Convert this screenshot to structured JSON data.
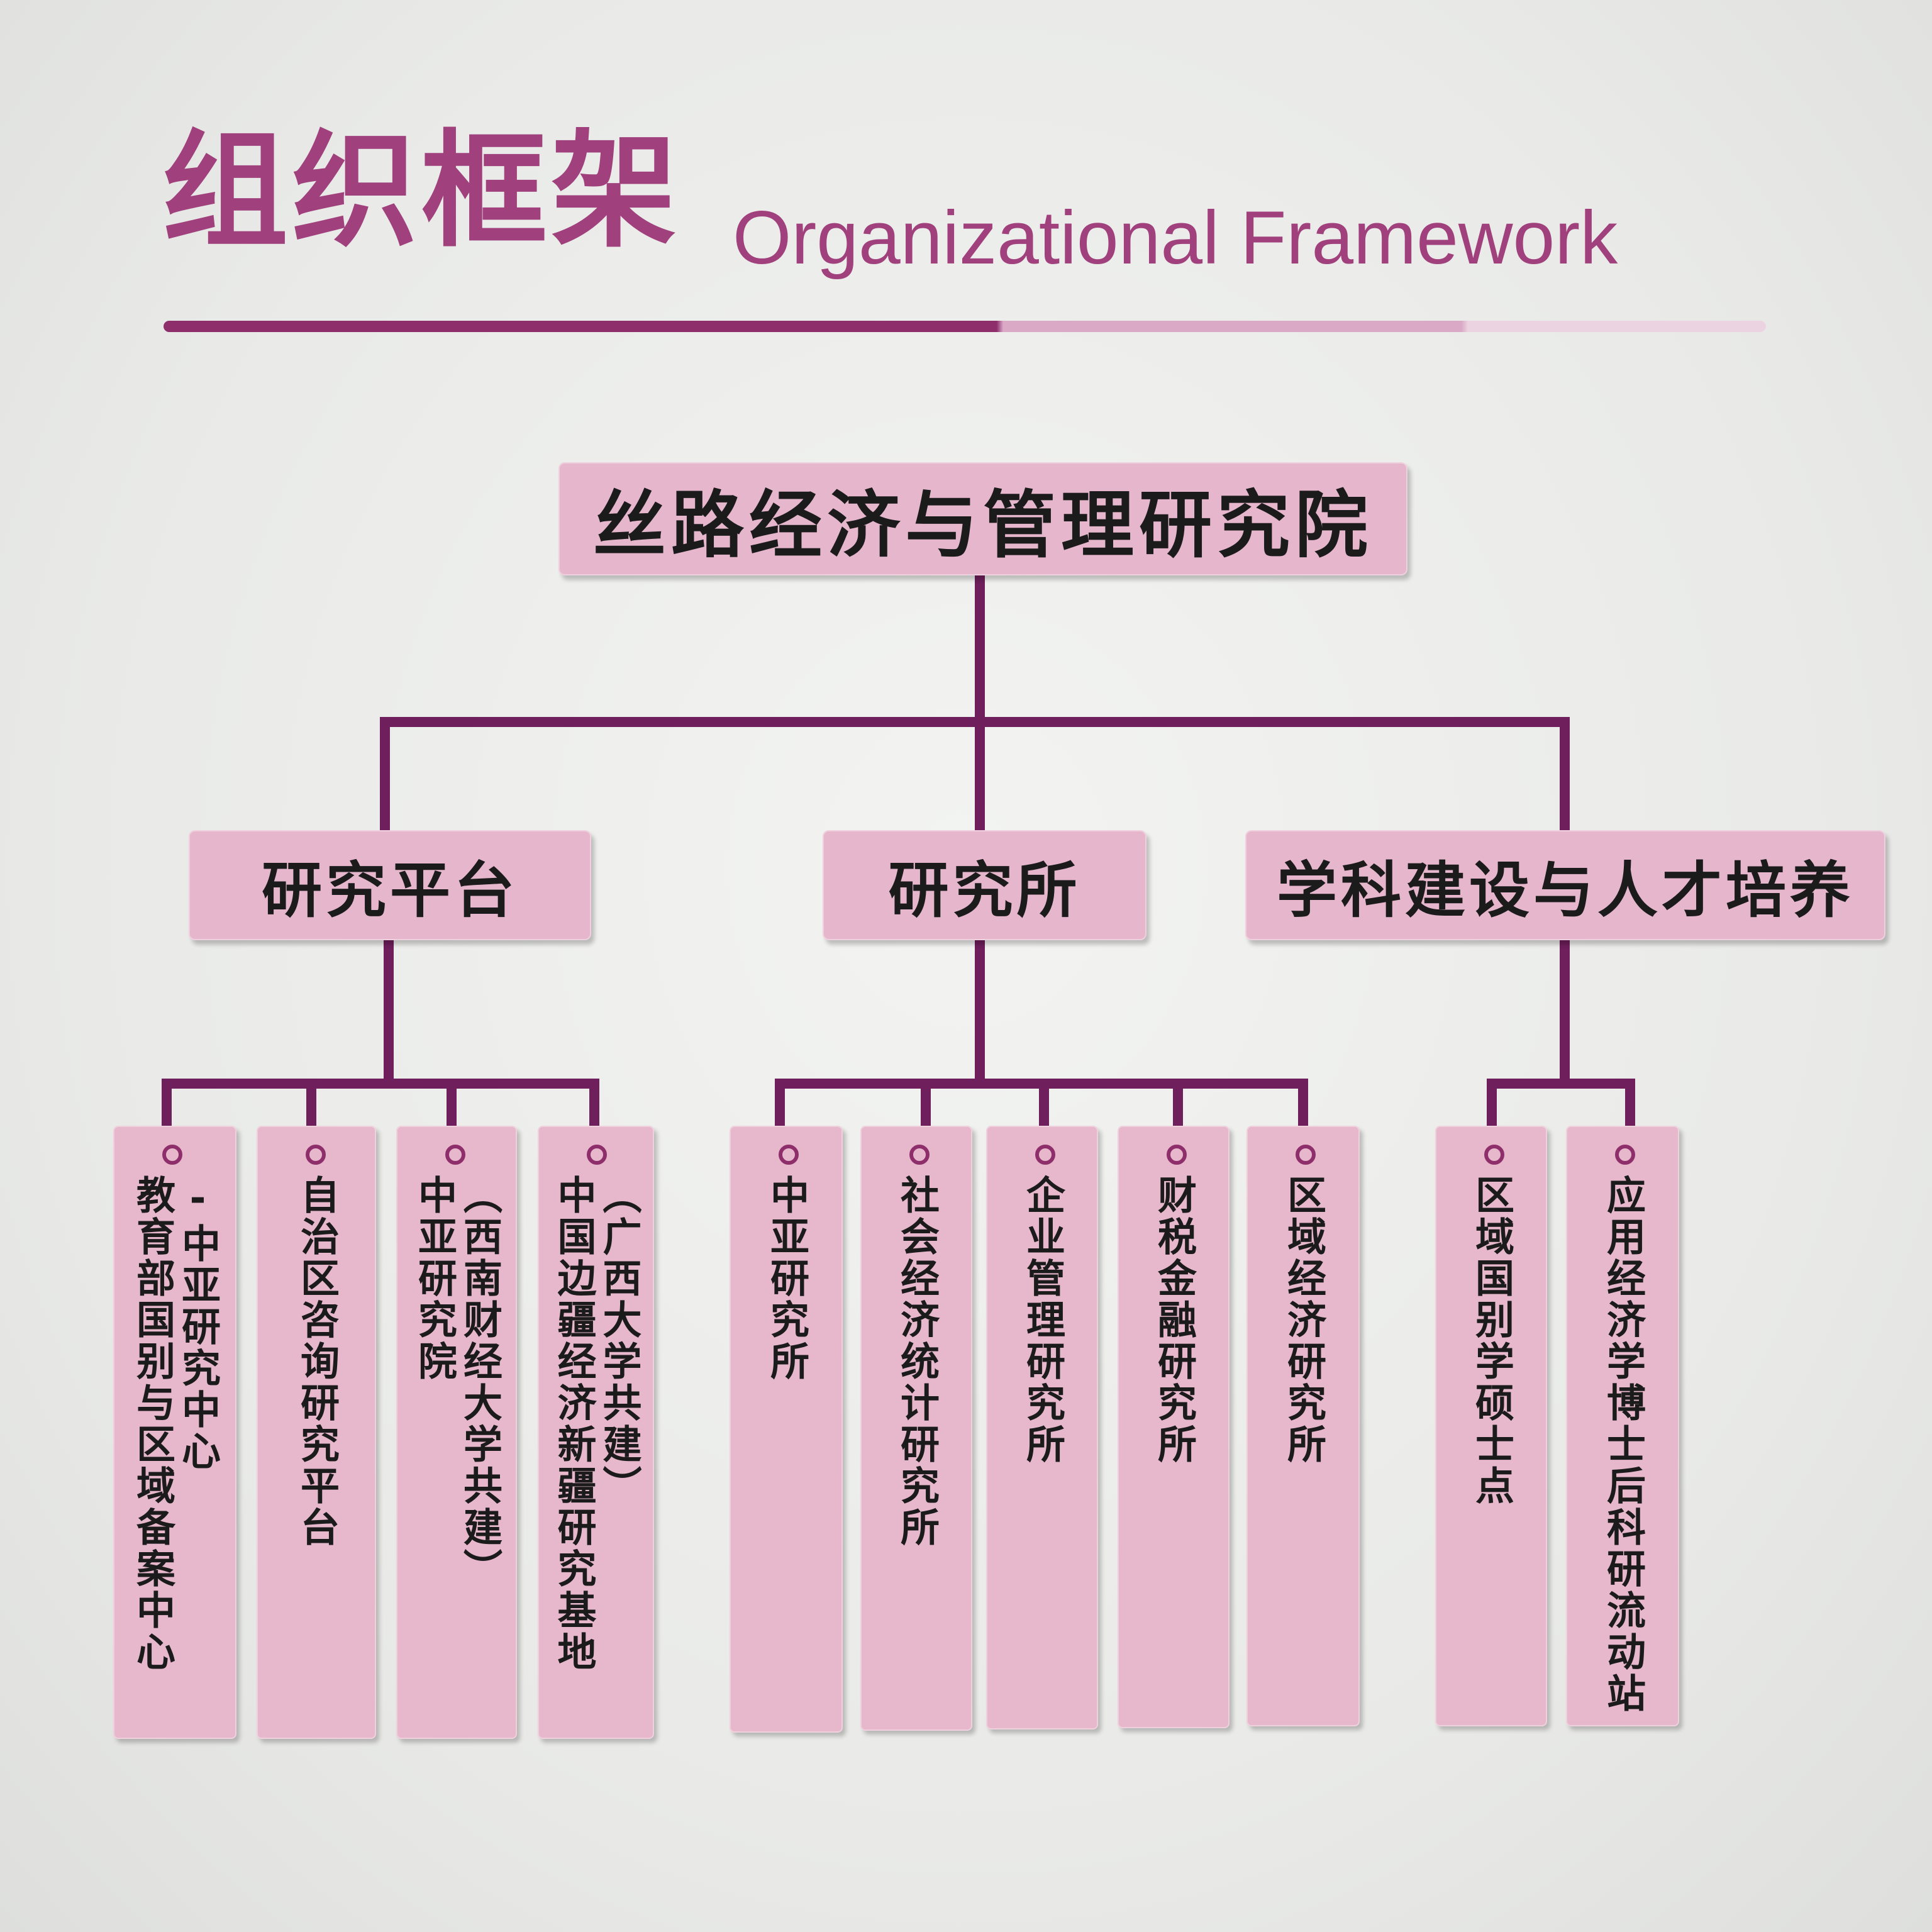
{
  "header": {
    "title_zh": "组织框架",
    "title_en": "Organizational Framework"
  },
  "org": {
    "root": "丝路经济与管理研究院",
    "branches": [
      {
        "label": "研究平台",
        "children": [
          {
            "lines": [
              "-中亚研究中心",
              "教育部国别与区域备案中心"
            ]
          },
          {
            "lines": [
              "自治区咨询研究平台"
            ]
          },
          {
            "lines": [
              "（西南财经大学共建）",
              "中亚研究院"
            ]
          },
          {
            "lines": [
              "（广西大学共建）",
              "中国边疆经济新疆研究基地"
            ]
          }
        ]
      },
      {
        "label": "研究所",
        "children": [
          {
            "lines": [
              "中亚研究所"
            ]
          },
          {
            "lines": [
              "社会经济统计研究所"
            ]
          },
          {
            "lines": [
              "企业管理研究所"
            ]
          },
          {
            "lines": [
              "财税金融研究所"
            ]
          },
          {
            "lines": [
              "区域经济研究所"
            ]
          }
        ]
      },
      {
        "label": "学科建设与人才培养",
        "children": [
          {
            "lines": [
              "区域国别学硕士点"
            ]
          },
          {
            "lines": [
              "应用经济学博士后科研流动站"
            ]
          }
        ]
      }
    ]
  },
  "colors": {
    "accent": "#a0417d",
    "connector": "#6e1f5c",
    "box_fill": "#e6b7cc",
    "text": "#1b1b1b"
  }
}
